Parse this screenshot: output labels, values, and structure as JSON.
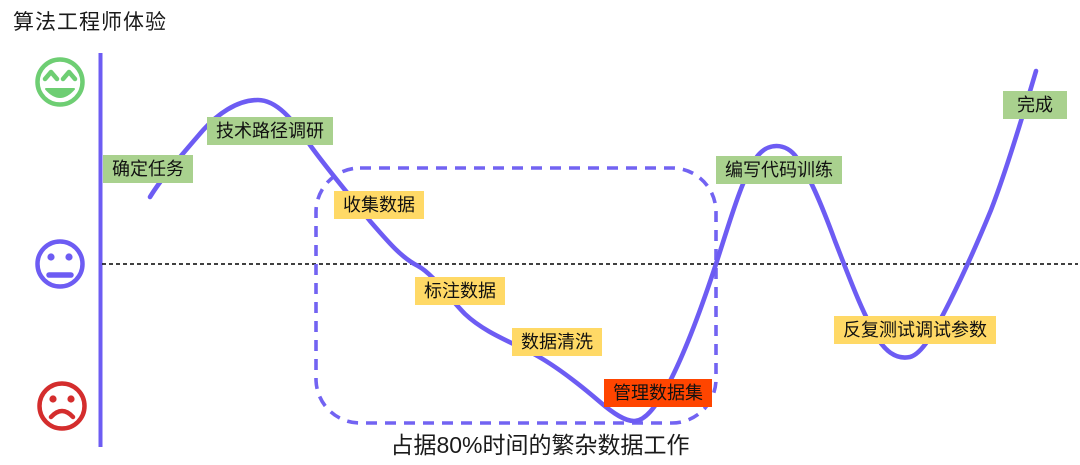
{
  "title": "算法工程师体验",
  "caption": "占据80%时间的繁杂数据工作",
  "y_axis": {
    "top_icon": "happy-face",
    "middle_icon": "neutral-face",
    "bottom_icon": "sad-face",
    "baseline_style": "black dotted horizontal line at neutral level"
  },
  "stages": [
    {
      "label": "确定任务",
      "tone": "green",
      "mood": "rising-above-neutral"
    },
    {
      "label": "技术路径调研",
      "tone": "green",
      "mood": "peak-high"
    },
    {
      "label": "收集数据",
      "tone": "yellow",
      "mood": "falling-above-neutral"
    },
    {
      "label": "标注数据",
      "tone": "yellow",
      "mood": "falling-below-neutral"
    },
    {
      "label": "数据清洗",
      "tone": "yellow",
      "mood": "low"
    },
    {
      "label": "管理数据集",
      "tone": "orange",
      "mood": "lowest"
    },
    {
      "label": "编写代码训练",
      "tone": "green",
      "mood": "peak-high"
    },
    {
      "label": "反复测试调试参数",
      "tone": "yellow",
      "mood": "low-dip"
    },
    {
      "label": "完成",
      "tone": "green",
      "mood": "final-high"
    }
  ],
  "annotation_region": {
    "style": "purple dashed rounded rectangle",
    "encloses": [
      "收集数据",
      "标注数据",
      "数据清洗",
      "管理数据集"
    ],
    "caption_ref": "占据80%时间的繁杂数据工作"
  },
  "colors": {
    "curve": "#6d5cf3",
    "axis": "#6d5cf3",
    "dashed_region": "#7263f2",
    "green_box": "#a9d18e",
    "yellow_box": "#ffd966",
    "orange_box": "#ff4500",
    "happy_face": "#6ece73",
    "neutral_face": "#6d5cf3",
    "sad_face": "#d42d2d",
    "baseline": "#000000",
    "text": "#1a1a1a"
  }
}
